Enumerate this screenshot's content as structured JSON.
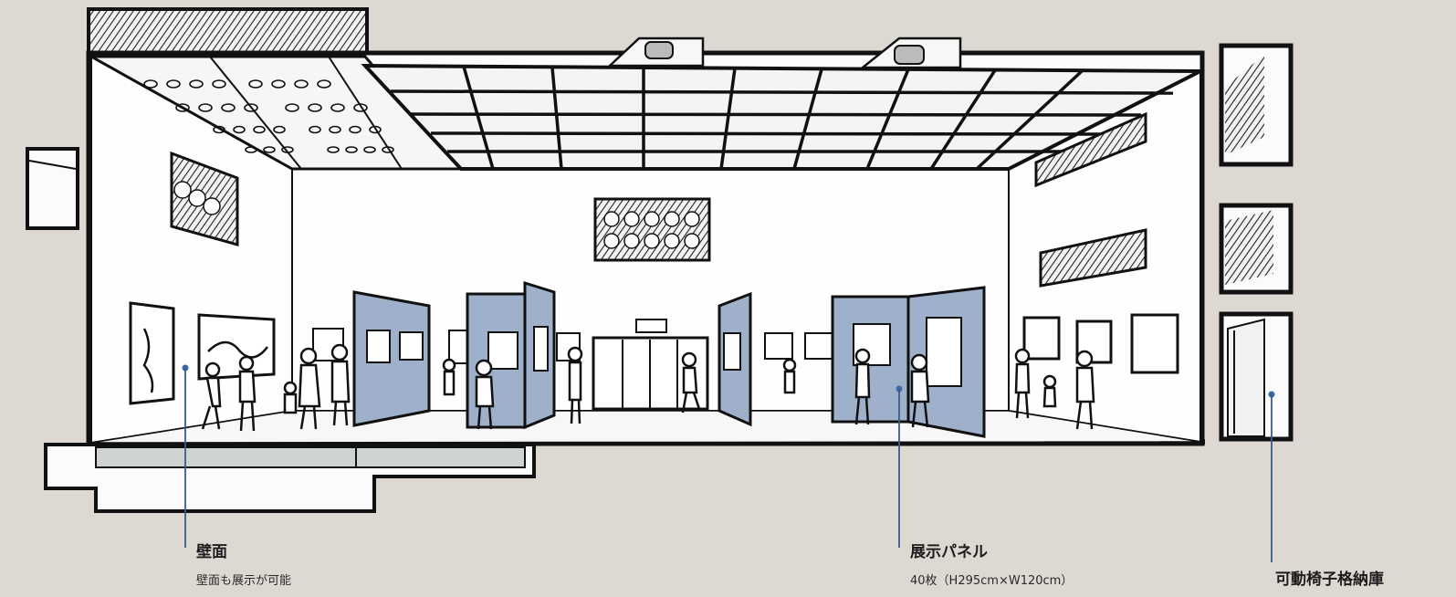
{
  "callouts": {
    "wall": {
      "title": "壁面",
      "subtitle": "壁面も展示が可能"
    },
    "panel": {
      "title": "展示パネル",
      "subtitle": "40枚（H295cm×W120cm）"
    },
    "storage": {
      "title": "可動椅子格納庫"
    }
  },
  "colors": {
    "background": "#ddd8d1",
    "ink": "#111111",
    "panel_blue": "#9fb1ca",
    "leader_line": "#3c5a8c",
    "leader_dot": "#3c68a8"
  }
}
